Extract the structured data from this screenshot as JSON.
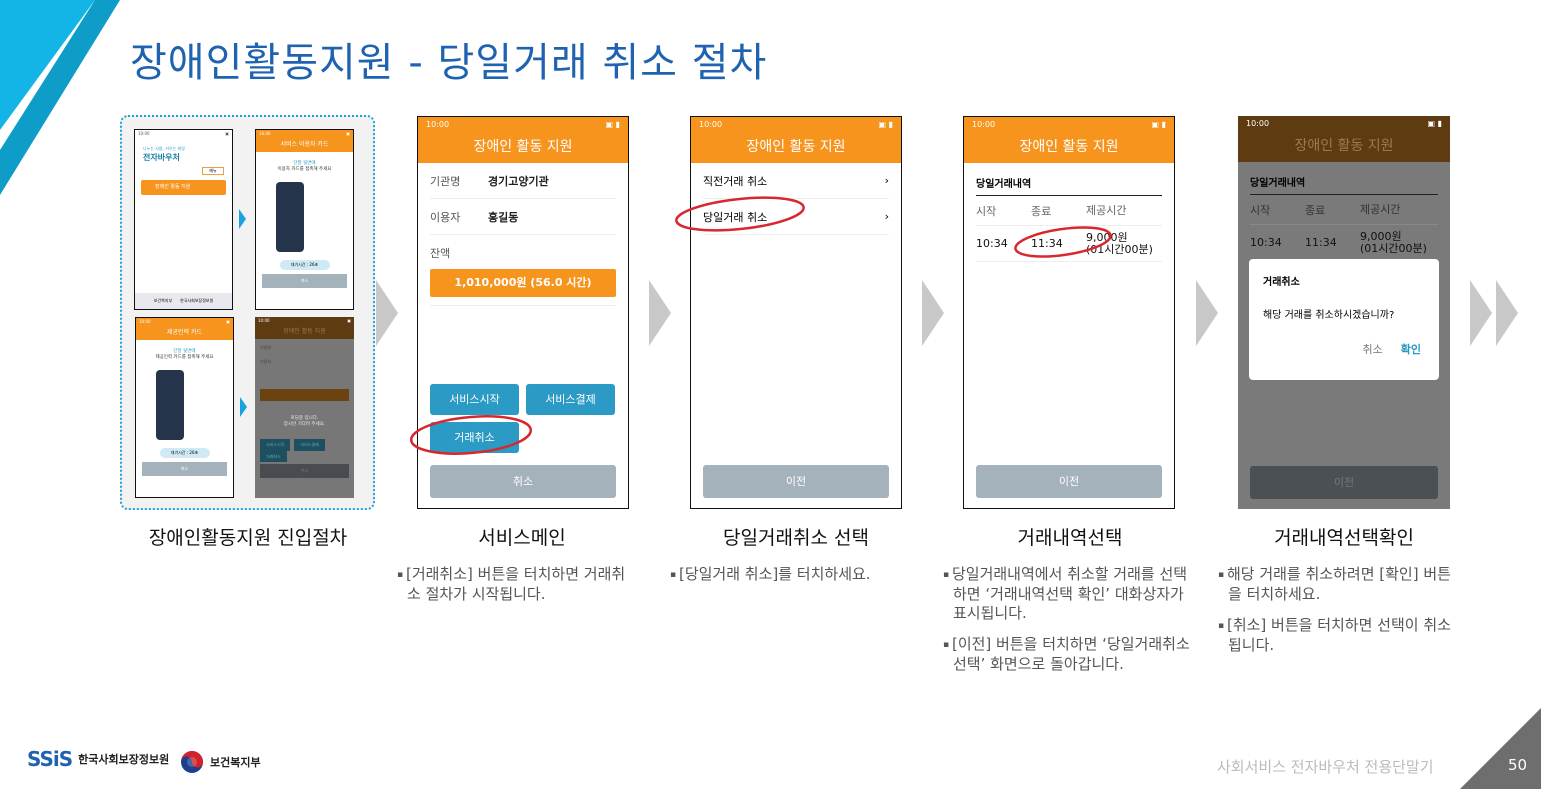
{
  "title": "장애인활동지원 - 당일거래 취소 절차",
  "status_time": "10:00",
  "app_header": "장애인 활동 지원",
  "panel1": {
    "caption": "장애인활동지원 진입절차",
    "home": {
      "brand_sub": "나누는 사람, 키우는 희망",
      "brand": "전자바우처",
      "menu": "메뉴",
      "main_btn": "장애인 활동 지원",
      "footer1": "보건복지부",
      "footer2": "한국사회보장정보원"
    },
    "user_card": {
      "header": "서비스 이용자 카드",
      "line1": "단말 뒷면에",
      "line2": "이용자 카드를 접촉해 주세요",
      "wait": "대기시간 : 26초",
      "cancel": "취소"
    },
    "provider_card": {
      "header": "제공인력 카드",
      "line1": "단말 뒷면에",
      "line2": "제공인력 카드를 접촉해 주세요",
      "wait": "대기시간 : 26초",
      "cancel": "취소"
    },
    "loading": {
      "label1": "기관명",
      "label2": "이용자",
      "msg1": "로딩중 입니다.",
      "msg2": "잠시만 기다려 주세요.",
      "b1": "서비스시작",
      "b2": "서비스결제",
      "b3": "거래취소",
      "cancel": "취소"
    }
  },
  "panel2": {
    "caption": "서비스메인",
    "org_label": "기관명",
    "org_value": "경기고양기관",
    "user_label": "이용자",
    "user_value": "홍길동",
    "balance_label": "잔액",
    "balance_value": "1,010,000원 (56.0 시간)",
    "btn_start": "서비스시작",
    "btn_pay": "서비스결제",
    "btn_cancel_tx": "거래취소",
    "btn_cancel": "취소",
    "desc": [
      "[거래취소] 버튼을 터치하면 거래취소 절차가 시작됩니다."
    ]
  },
  "panel3": {
    "caption": "당일거래취소 선택",
    "items": [
      "직전거래 취소",
      "당일거래 취소"
    ],
    "btn_prev": "이전",
    "desc": [
      "[당일거래 취소]를 터치하세요."
    ]
  },
  "panel4": {
    "caption": "거래내역선택",
    "section": "당일거래내역",
    "columns": [
      "시작",
      "종료",
      "제공시간"
    ],
    "row": {
      "start": "10:34",
      "end": "11:34",
      "amount": "9,000원",
      "duration": "(01시간00분)"
    },
    "btn_prev": "이전",
    "desc": [
      "당일거래내역에서 취소할 거래를 선택하면 ‘거래내역선택 확인’ 대화상자가 표시됩니다.",
      "[이전] 버튼을 터치하면 ‘당일거래취소 선택’ 화면으로 돌아갑니다."
    ]
  },
  "panel5": {
    "caption": "거래내역선택확인",
    "dialog": {
      "title": "거래취소",
      "message": "해당 거래를 취소하시겠습니까?",
      "cancel": "취소",
      "confirm": "확인"
    },
    "desc": [
      "해당 거래를 취소하려면 [확인] 버튼을 터치하세요.",
      "[취소] 버튼을 터치하면 선택이 취소됩니다."
    ]
  },
  "footer": {
    "org1": "한국사회보장정보원",
    "org2": "보건복지부",
    "logo1": "SSiS",
    "doc_title": "사회서비스 전자바우처 전용단말기",
    "page": "50"
  },
  "colors": {
    "orange": "#f7941d",
    "blue": "#2b9ac5",
    "title": "#1f63b0",
    "cyan": "#12b5e5"
  }
}
